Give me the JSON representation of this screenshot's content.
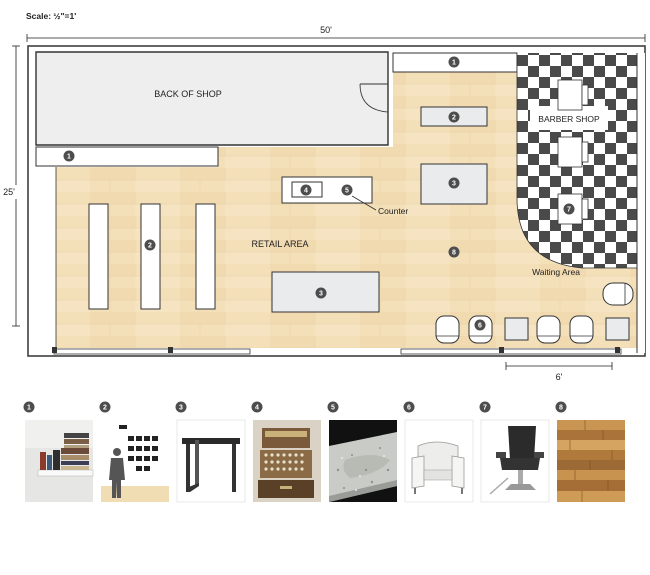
{
  "scale": "Scale: ½\"=1'",
  "dimensions": {
    "width": "50'",
    "height": "25'",
    "unit_bar": "6'"
  },
  "areas": {
    "back_of_shop": "BACK OF SHOP",
    "retail_area": "RETAIL AREA",
    "barber_shop": "BARBER SHOP",
    "waiting_area": "Waiting Area",
    "counter": "Counter"
  },
  "markers": [
    "1",
    "2",
    "3",
    "4",
    "5",
    "6",
    "7",
    "8"
  ],
  "colors": {
    "wood_floor": "#f3dfb8",
    "wall": "#333333",
    "fixture_fill": "#e9ebec",
    "back_room_fill": "#eeeeee",
    "checker_dark": "#4a4a4a",
    "checker_light": "#ffffff",
    "badge": "#4d4d4d"
  },
  "legend": [
    {
      "number": "1",
      "icon": "wall-shelf-books-photo"
    },
    {
      "number": "2",
      "icon": "display-wall-figure-photo"
    },
    {
      "number": "3",
      "icon": "metal-table-photo"
    },
    {
      "number": "4",
      "icon": "cash-register-photo"
    },
    {
      "number": "5",
      "icon": "stone-countertop-photo"
    },
    {
      "number": "6",
      "icon": "white-armchair-photo"
    },
    {
      "number": "7",
      "icon": "barber-chair-photo"
    },
    {
      "number": "8",
      "icon": "wood-floor-photo"
    }
  ]
}
